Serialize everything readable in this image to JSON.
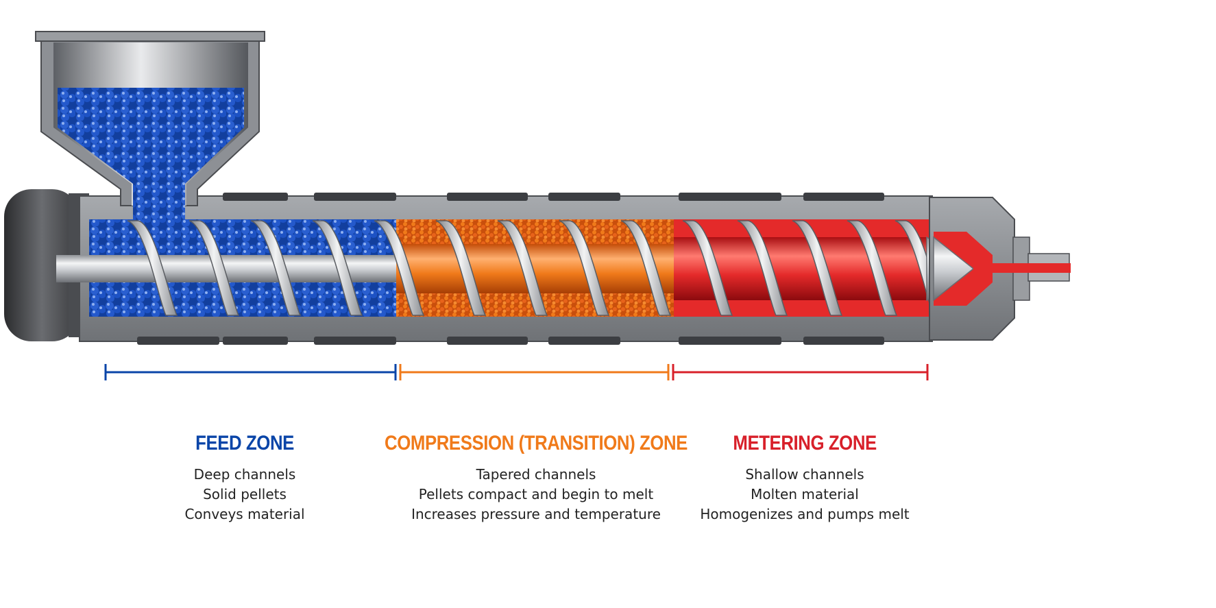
{
  "colors": {
    "feed": "#0a45a8",
    "compression": "#f07a1a",
    "metering": "#d8202a",
    "pellet_blue": "#1d52c4",
    "pellet_orange": "#e8631a",
    "melt_red": "#e42a2a",
    "barrel_gray": "#8a8d91",
    "steel": "#c4c7cb"
  },
  "zones": [
    {
      "key": "feed",
      "title": "FEED ZONE",
      "lines": [
        "Deep channels",
        "Solid pellets",
        "Conveys material"
      ]
    },
    {
      "key": "compression",
      "title": "COMPRESSION (TRANSITION) ZONE",
      "lines": [
        "Tapered channels",
        "Pellets compact and begin to melt",
        "Increases pressure and temperature"
      ]
    },
    {
      "key": "metering",
      "title": "METERING ZONE",
      "lines": [
        "Shallow channels",
        "Molten material",
        "Homogenizes and pumps melt"
      ]
    }
  ]
}
